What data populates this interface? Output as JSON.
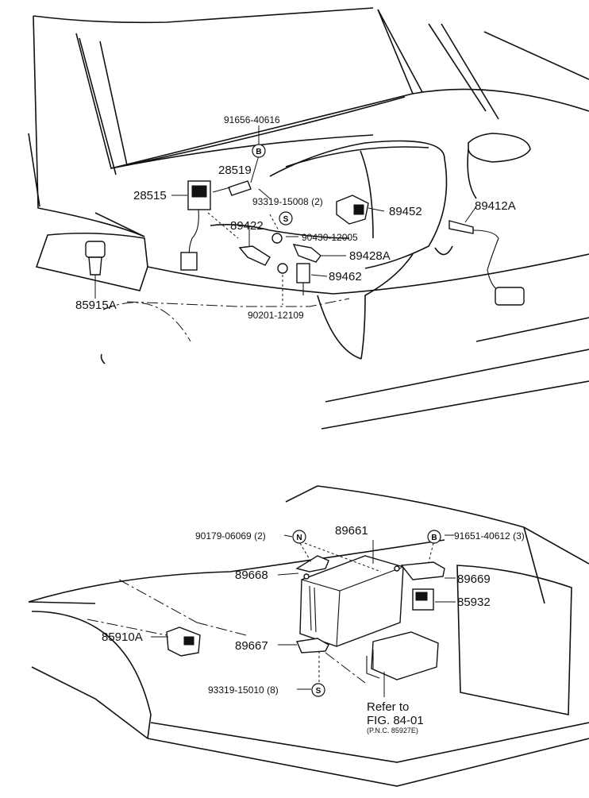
{
  "labels": {
    "p91656_40616": "91656-40616",
    "p28519": "28519",
    "p28515": "28515",
    "p93319_15008": "93319-15008 (2)",
    "p89452": "89452",
    "p89412A": "89412A",
    "p89422": "89422",
    "p90430_12005": "90430-12005",
    "p89428A": "89428A",
    "p89462": "89462",
    "p85915A": "85915A",
    "p90201_12109": "90201-12109",
    "p90179_06069": "90179-06069 (2)",
    "p89661": "89661",
    "p91651_40612": "91651-40612 (3)",
    "p89668": "89668",
    "p89669": "89669",
    "p85932": "85932",
    "p85910A": "85910A",
    "p89667": "89667",
    "p93319_15010": "93319-15010 (8)",
    "refer_line1": "Refer to",
    "refer_line2": "FIG. 84-01",
    "refer_line3": "(P.N.C. 85927E)"
  },
  "symbols": {
    "bolt": "B",
    "screw": "S",
    "nut": "N"
  }
}
